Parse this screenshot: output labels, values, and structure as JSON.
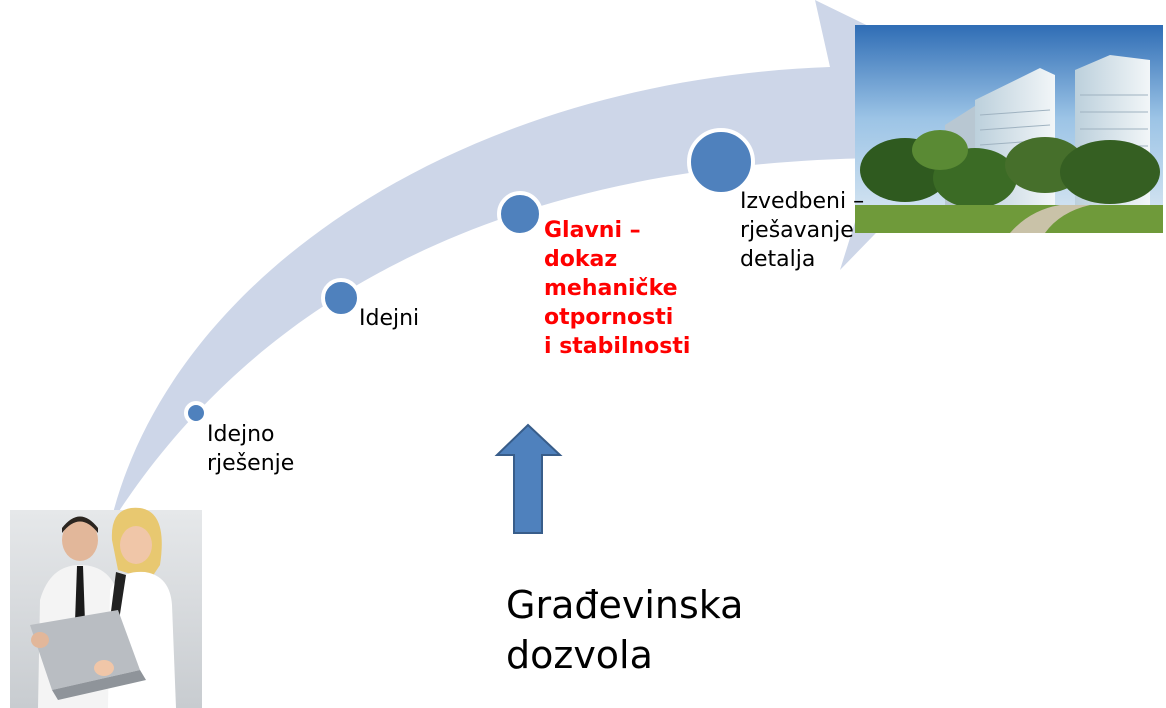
{
  "stages": [
    {
      "id": "idejno-rjesenje",
      "label": "Idejno\nrješenje",
      "highlighted": false
    },
    {
      "id": "idejni",
      "label": "Idejni",
      "highlighted": false
    },
    {
      "id": "glavni",
      "label": "Glavni –\ndokaz\nmehaničke\notpornosti\ni stabilnosti",
      "highlighted": true
    },
    {
      "id": "izvedbeni",
      "label": "Izvedbeni –\nrješavanje\ndetalja",
      "highlighted": false
    }
  ],
  "permit": {
    "label": "Građevinska\ndozvola"
  },
  "colors": {
    "arrow_fill": "#cdd6e8",
    "marker_fill": "#4f81bd",
    "marker_ring": "#ffffff",
    "highlight_text": "#ff0000",
    "up_arrow_fill": "#4f81bd",
    "up_arrow_stroke": "#385d8a"
  },
  "images": {
    "start": "photo of two people looking at a laptop",
    "end": "photo of office buildings behind green trees"
  }
}
